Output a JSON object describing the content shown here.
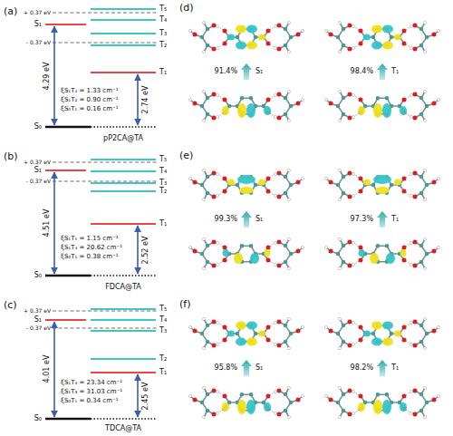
{
  "diagram": {
    "labels": [
      "(a)",
      "+ 0.37 eV",
      "S₁",
      "T₅",
      "T₄",
      "T₃",
      "- 0.37 eV",
      "T₂",
      "4.29 eV",
      "ξS₁T₄ = 1.33 cm⁻¹",
      "ξS₁T₂ = 0.90 cm⁻¹",
      "ξS₀T₁ = 0.16 cm⁻¹",
      "T₁",
      "2.74 eV",
      "S₀",
      "pP2CA@TA",
      "(b)",
      "+ 0.37 eV",
      "S₁",
      "T₅",
      "T₄",
      "- 0.37 eV",
      "T₃",
      "T₂",
      "4.51 eV",
      "ξS₁T₅ = 1.15 cm⁻¹",
      "ξS₁T₄ = 20.62 cm⁻¹",
      "ξS₀T₁ = 0.38 cm⁻¹",
      "T₁",
      "2.52 eV",
      "S₀",
      "FDCA@TA",
      "(c)",
      "+ 0.37 eV",
      "S₁",
      "T₅",
      "T₄",
      "T₃",
      "- 0.37 eV",
      "T₂",
      "4.01 eV",
      "ξS₁T₄ = 23.34 cm⁻¹",
      "ξS₁T₃ = 31.03 cm⁻¹",
      "ξS₀T₁ = 0.34 cm⁻¹",
      "T₁",
      "2.45 eV",
      "S₀",
      "TDCA@TA",
      "(d)",
      "91.4%",
      "S₁",
      "98.4%",
      "T₁",
      "(e)",
      "99.3%",
      "S₁",
      "97.3%",
      "T₁",
      "(f)",
      "95.8%",
      "S₁",
      "98.2%",
      "T₁"
    ]
  }
}
